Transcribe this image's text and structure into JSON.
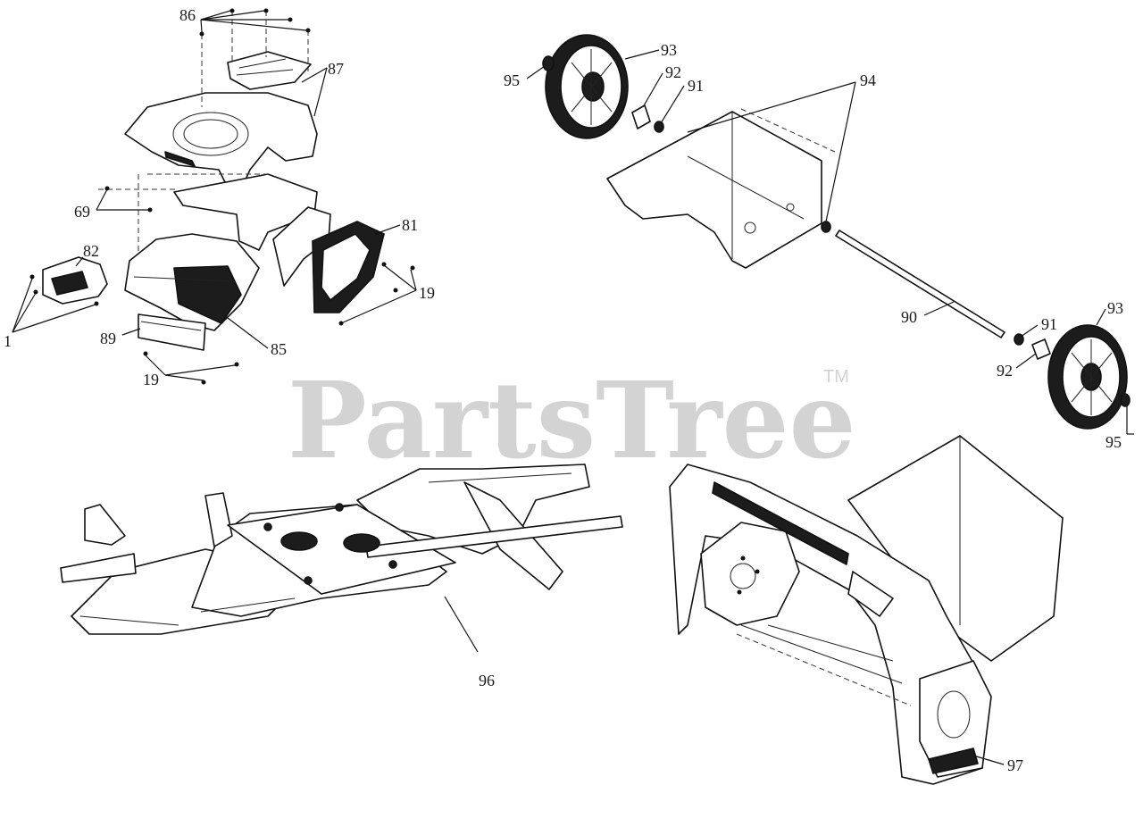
{
  "watermark": {
    "brand": "PartsTree",
    "trademark": "TM"
  },
  "callouts": [
    {
      "id": "c86",
      "label": "86"
    },
    {
      "id": "c87",
      "label": "87"
    },
    {
      "id": "c69",
      "label": "69"
    },
    {
      "id": "c82",
      "label": "82"
    },
    {
      "id": "c81",
      "label": "81"
    },
    {
      "id": "c19a",
      "label": "19"
    },
    {
      "id": "c1",
      "label": "1"
    },
    {
      "id": "c89",
      "label": "89"
    },
    {
      "id": "c85",
      "label": "85"
    },
    {
      "id": "c19b",
      "label": "19"
    },
    {
      "id": "c95a",
      "label": "95"
    },
    {
      "id": "c93a",
      "label": "93"
    },
    {
      "id": "c92a",
      "label": "92"
    },
    {
      "id": "c91a",
      "label": "91"
    },
    {
      "id": "c94",
      "label": "94"
    },
    {
      "id": "c90",
      "label": "90"
    },
    {
      "id": "c91b",
      "label": "91"
    },
    {
      "id": "c93b",
      "label": "93"
    },
    {
      "id": "c92b",
      "label": "92"
    },
    {
      "id": "c95b",
      "label": "95"
    },
    {
      "id": "c96",
      "label": "96"
    },
    {
      "id": "c97",
      "label": "97"
    }
  ]
}
